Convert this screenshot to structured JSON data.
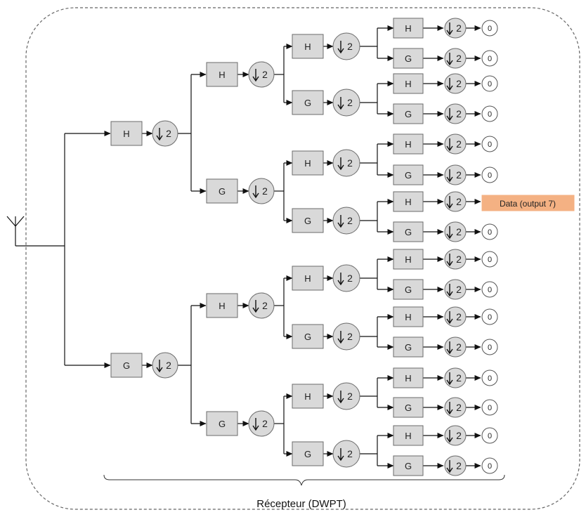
{
  "filter_high": "H",
  "filter_low": "G",
  "downsample": "2",
  "zero": "0",
  "data_output": "Data (output 7)",
  "caption": "Récepteur (DWPT)",
  "colors": {
    "box_fill": "#d9d9d9",
    "box_stroke": "#6b6b6b",
    "line": "#111111",
    "data_fill": "#f4b183",
    "dashed_border": "#666666"
  },
  "icons": {
    "antenna": "antenna-icon",
    "arrow": "arrow-head-icon",
    "downsample": "down-arrow-icon"
  }
}
